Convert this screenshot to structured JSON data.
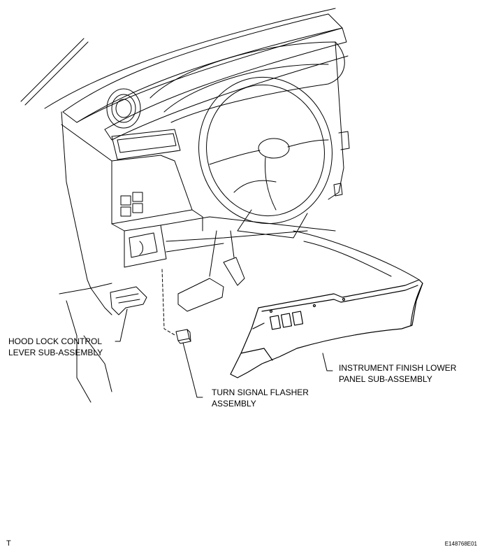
{
  "labels": {
    "hood_lock_line1": "HOOD LOCK CONTROL",
    "hood_lock_line2": "LEVER SUB-ASSEMBLY",
    "flasher_line1": "TURN SIGNAL FLASHER",
    "flasher_line2": "ASSEMBLY",
    "panel_line1": "INSTRUMENT FINISH LOWER",
    "panel_line2": "PANEL SUB-ASSEMBLY"
  },
  "corner_mark": "T",
  "figure_code": "E148768E01"
}
